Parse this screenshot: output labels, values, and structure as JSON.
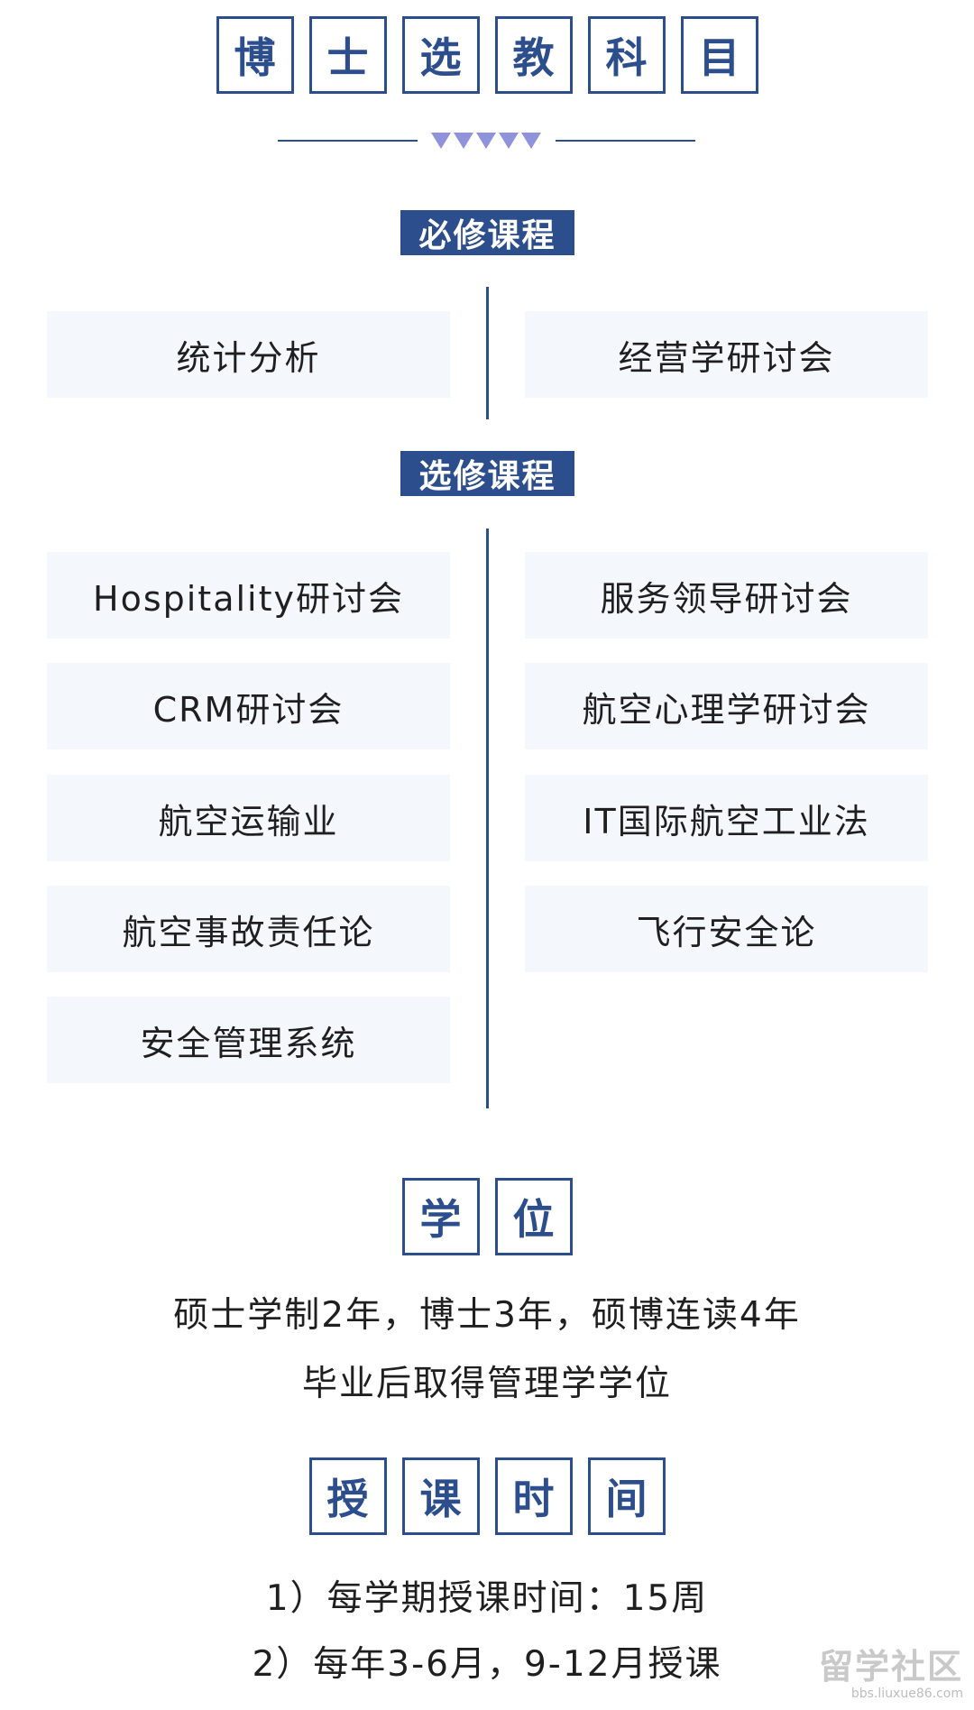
{
  "header": {
    "title_chars": [
      "博",
      "士",
      "选",
      "教",
      "科",
      "目"
    ]
  },
  "required": {
    "label": "必修课程",
    "courses": [
      "统计分析",
      "经营学研讨会"
    ]
  },
  "elective": {
    "label": "选修课程",
    "left": [
      "Hospitality研讨会",
      "CRM研讨会",
      "航空运输业",
      "航空事故责任论",
      "安全管理系统"
    ],
    "right": [
      "服务领导研讨会",
      "航空心理学研讨会",
      "IT国际航空工业法",
      "飞行安全论"
    ]
  },
  "degree": {
    "title_chars": [
      "学",
      "位"
    ],
    "lines": [
      "硕士学制2年，博士3年，硕博连读4年",
      "毕业后取得管理学学位"
    ]
  },
  "schedule": {
    "title_chars": [
      "授",
      "课",
      "时",
      "间"
    ],
    "lines": [
      "1）每学期授课时间：15周",
      "2）每年3-6月，9-12月授课"
    ]
  },
  "watermark": {
    "main": "留学社区",
    "sub": "bbs.liuxue86.com"
  },
  "colors": {
    "accent": "#2d4e8c",
    "card_bg": "#f4f7fc",
    "triangle": "#8f93dc"
  }
}
